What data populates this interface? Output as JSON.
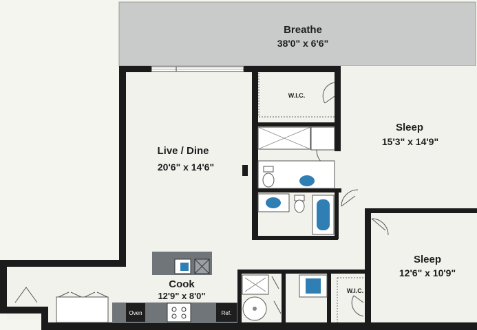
{
  "rooms": {
    "breathe": {
      "name": "Breathe",
      "dims": "38'0\" x 6'6\""
    },
    "live_dine": {
      "name": "Live / Dine",
      "dims": "20'6\" x 14'6\""
    },
    "sleep_main": {
      "name": "Sleep",
      "dims": "15'3\" x 14'9\""
    },
    "sleep_second": {
      "name": "Sleep",
      "dims": "12'6\" x 10'9\""
    },
    "cook": {
      "name": "Cook",
      "dims": "12'9\" x 8'0\""
    }
  },
  "labels": {
    "wic_top": "W.I.C.",
    "wic_bottom": "W.I.C.",
    "oven": "Oven",
    "ref": "Ref."
  },
  "colors": {
    "floor": "#f4f4ef",
    "balcony": "#c9cbca",
    "wall": "#1b1b1b",
    "fixture_blue": "#2f7fb5",
    "island": "#6f7578"
  }
}
